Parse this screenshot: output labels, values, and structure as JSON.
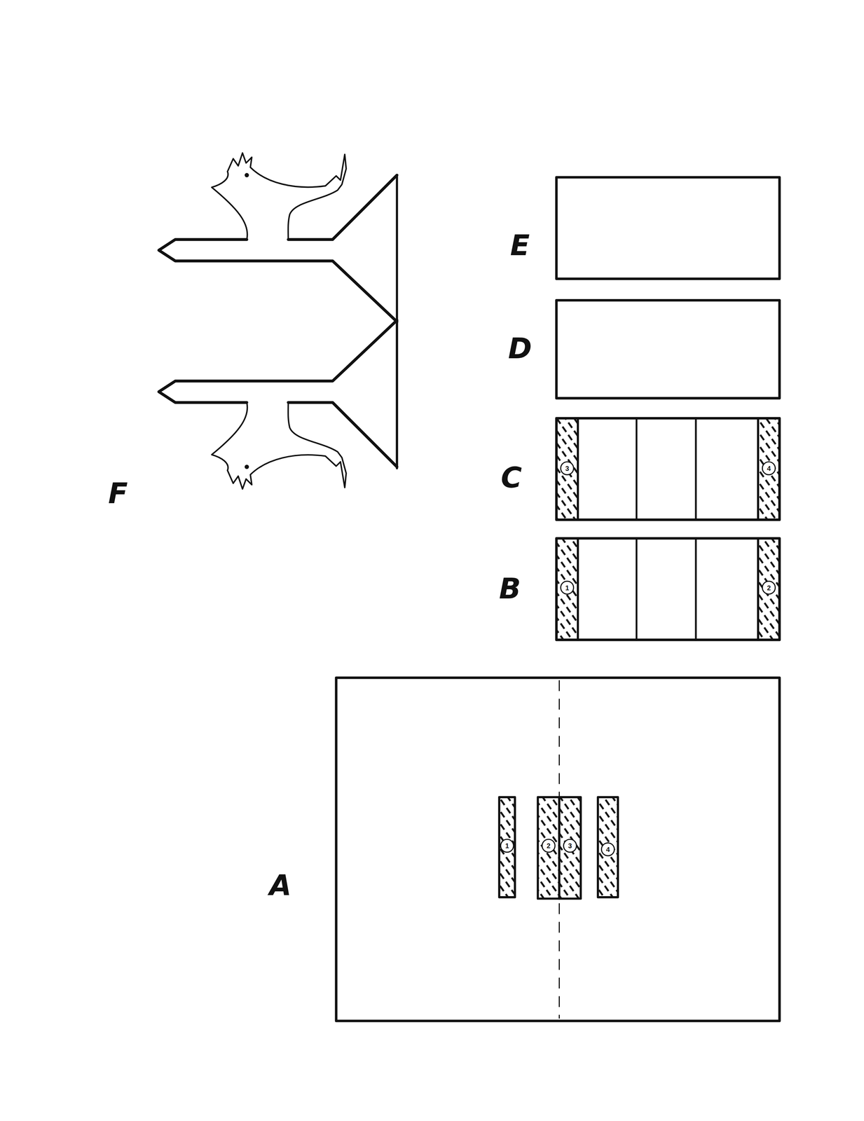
{
  "diagram": {
    "labels": [
      "E",
      "D",
      "F",
      "C",
      "3",
      "4",
      "B",
      "1",
      "2",
      "A",
      "1",
      "2",
      "3",
      "4"
    ]
  }
}
